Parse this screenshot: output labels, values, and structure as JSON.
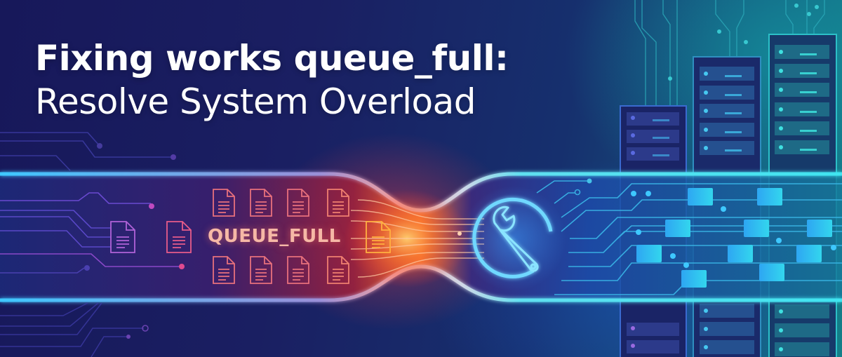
{
  "banner": {
    "title_line1": "Fixing works queue_full:",
    "title_line2": "Resolve System Overload",
    "center_label": "QUEUE_FULL"
  },
  "icons": {
    "documents": "document-list-icon",
    "tool": "wrench-icon",
    "servers": "server-rack-icon",
    "circuit": "circuit-trace-icon"
  },
  "colors": {
    "background_left": "#17185a",
    "background_right": "#138089",
    "pipe_cyan": "#3ec8ff",
    "hot_red": "#e8383e",
    "hot_orange": "#ff8a3a",
    "doc_pink": "#f2707c",
    "doc_purple": "#b062d8",
    "data_block": "#2fb8f0",
    "server_teal": "#1f8f96"
  }
}
